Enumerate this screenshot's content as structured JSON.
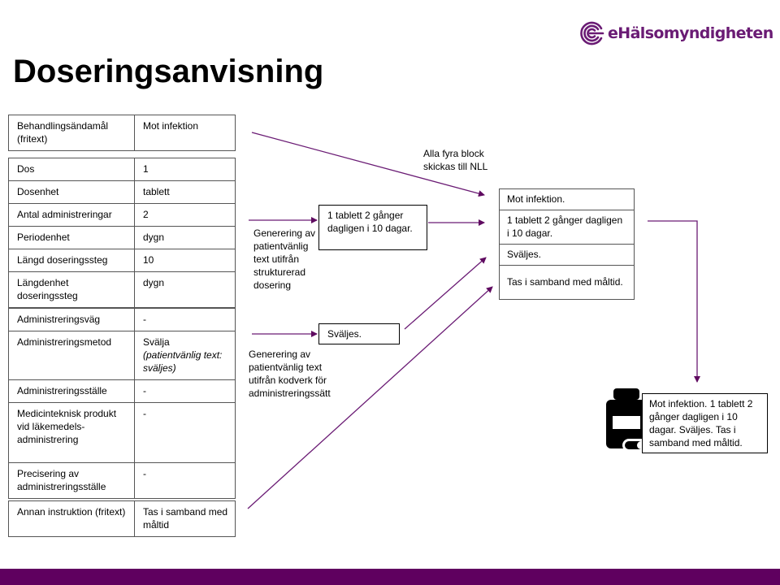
{
  "brand": {
    "name": "eHälsomyndigheten",
    "icon": "ehm-logo-icon",
    "color": "#6a1b74"
  },
  "title": "Doseringsanvisning",
  "accent_color": "#5f005f",
  "tables": {
    "purpose": [
      {
        "key": "Behandlingsändamål (fritext)",
        "value": "Mot infektion"
      }
    ],
    "dosage": [
      {
        "key": "Dos",
        "value": "1"
      },
      {
        "key": "Dosenhet",
        "value": "tablett"
      },
      {
        "key": "Antal administreringar",
        "value": "2"
      },
      {
        "key": "Periodenhet",
        "value": "dygn"
      },
      {
        "key": "Längd doseringssteg",
        "value": "10"
      },
      {
        "key": "Längdenhet doseringssteg",
        "value": "dygn"
      }
    ],
    "administration": [
      {
        "key": "Administreringsväg",
        "value": "-"
      },
      {
        "key": "Administreringsmetod",
        "value": "Svälja",
        "value_note": "(patientvänlig text: sväljes)"
      },
      {
        "key": "Administreringsställe",
        "value": "-"
      },
      {
        "key": "Medicinteknisk produkt vid läkemedels-administrering",
        "value": "-"
      },
      {
        "key": "Precisering av administreringsställe",
        "value": "-"
      }
    ],
    "other": [
      {
        "key": "Annan instruktion (fritext)",
        "value": "Tas i samband med måltid"
      }
    ]
  },
  "generated": {
    "dosage_text": "1 tablett 2 gånger dagligen i 10 dagar.",
    "dosage_note": "Generering av patientvänlig text utifrån strukturerad dosering",
    "admin_text": "Sväljes.",
    "admin_note": "Generering av patientvänlig text utifrån kodverk för administreringssätt"
  },
  "nll": {
    "note": "Alla fyra block skickas till NLL",
    "blocks": [
      "Mot infektion.",
      "1 tablett 2 gånger dagligen i 10 dagar.",
      "Sväljes.",
      "Tas i samband med måltid."
    ]
  },
  "result": {
    "icon": "medicine-bottle-icon",
    "text": "Mot infektion. 1 tablett 2 gånger dagligen i 10 dagar. Sväljes. Tas i samband med måltid."
  }
}
